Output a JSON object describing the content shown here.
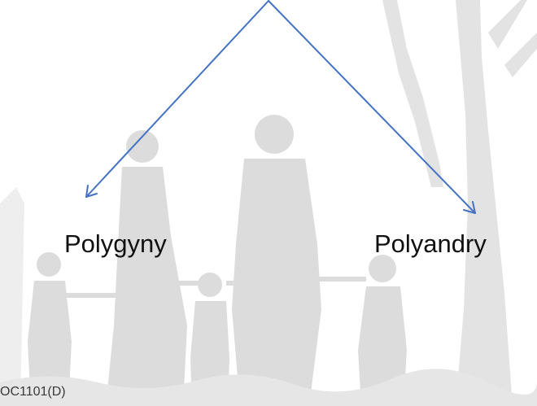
{
  "diagram": {
    "branches": [
      {
        "label": "Polygyny"
      },
      {
        "label": "Polyandry"
      }
    ],
    "arrow_color": "#4472C4"
  },
  "footer": {
    "course_code": "OC1101(D)"
  },
  "background": {
    "description_icon": "family-silhouette-icon",
    "silhouette_color": "#d9d9d9"
  }
}
